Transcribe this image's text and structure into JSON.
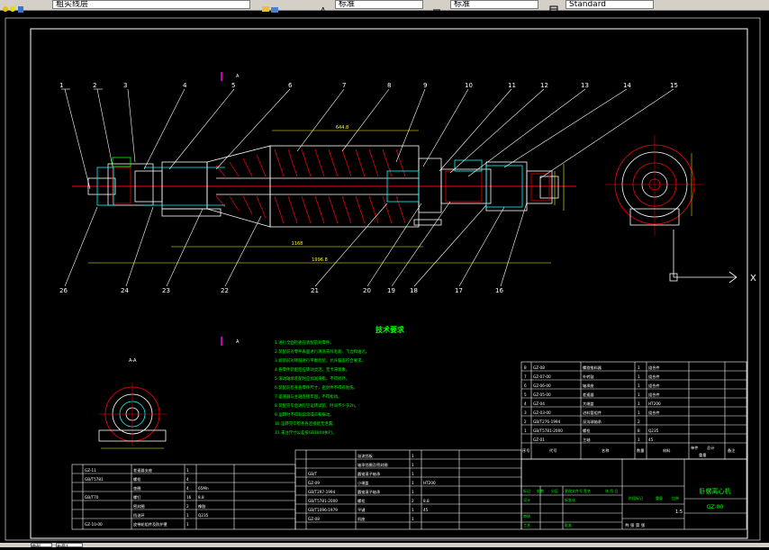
{
  "toolbar": {
    "layer_dropdown_value": "粗实线层",
    "text_style_value": "标准",
    "dim_style_value": "标准",
    "table_style_value": "Standard"
  },
  "drawing": {
    "balloons_top": [
      "1",
      "2",
      "3",
      "4",
      "5",
      "6",
      "7",
      "8",
      "9",
      "10",
      "11",
      "12",
      "13",
      "14",
      "15"
    ],
    "balloons_bottom": [
      "26",
      "24",
      "23",
      "22",
      "21",
      "20",
      "19",
      "18",
      "17",
      "16"
    ],
    "section_mark_top": "A",
    "section_mark_mid": "A",
    "section_label": "A-A",
    "dimensions": {
      "overall_length": "1996.8",
      "drum_length": "1168",
      "cone_length": "644.8"
    },
    "tech_req_title": "技术要求",
    "tech_req_items": [
      "1.进行全面检查在装配前对零件。",
      "2.装配前对零件表面进行清洗去除毛刺、飞边和油污。",
      "3.组装前对转鼓进行平衡检验，允许偏差符合要求。",
      "4.各零件装配后应转动灵活，无卡滞现象。",
      "5.滚动轴承装配时应加润滑脂，不得损坏。",
      "6.装配前检查各零件尺寸，密封件不得有划伤。",
      "7.差速器与主轴连接牢固，不得松动。",
      "8.装配完毕后进行空运转试验，时间不少于2h。",
      "9.运转时不得有异常噪声和振动。",
      "10.运转完毕检查各连接处无泄漏。",
      "11.未注尺寸公差按GB1804执行。"
    ],
    "ucs_x_label": "X"
  },
  "parts_table_right": {
    "rows": [
      {
        "no": "8",
        "code": "GZ-08",
        "name": "螺旋推料器",
        "qty": "1",
        "mat": "组合件"
      },
      {
        "no": "7",
        "code": "GZ-07-00",
        "name": "外转鼓",
        "qty": "1",
        "mat": "组合件"
      },
      {
        "no": "6",
        "code": "GZ-06-00",
        "name": "轴承座",
        "qty": "1",
        "mat": "组合件"
      },
      {
        "no": "5",
        "code": "GZ-05-00",
        "name": "差速器",
        "qty": "1",
        "mat": "组合件"
      },
      {
        "no": "4",
        "code": "GZ-04",
        "name": "大端盖",
        "qty": "1",
        "mat": "HT200"
      },
      {
        "no": "3",
        "code": "GZ-03-00",
        "name": "进料管组件",
        "qty": "1",
        "mat": "组合件"
      },
      {
        "no": "2",
        "code": "GB/T276-1994",
        "name": "深沟球轴承",
        "qty": "2",
        "mat": ""
      },
      {
        "no": "1",
        "code": "GB/T5781-2000",
        "name": "螺栓",
        "qty": "8",
        "mat": "Q235"
      },
      {
        "no": "",
        "code": "GZ-01",
        "name": "主轴",
        "qty": "1",
        "mat": "45"
      }
    ],
    "header": {
      "no": "序号",
      "code": "代号",
      "name": "名称",
      "qty": "数量",
      "mat": "材料",
      "unit": "单件",
      "total": "总计",
      "weight": "重量",
      "remark": "备注"
    }
  },
  "parts_table_bottom_left": {
    "rows": [
      {
        "code": "GZ-11",
        "name": "差速器支座",
        "qty": "1",
        "mat": ""
      },
      {
        "code": "GB/T5781",
        "name": "螺栓",
        "qty": "4",
        "mat": ""
      },
      {
        "code": "",
        "name": "垫圈",
        "qty": "4",
        "mat": "65Mn"
      },
      {
        "code": "GB/T70",
        "name": "螺钉",
        "qty": "16",
        "mat": "8.8"
      },
      {
        "code": "",
        "name": "密封圈",
        "qty": "2",
        "mat": "橡胶"
      },
      {
        "code": "",
        "name": "挡油环",
        "qty": "1",
        "mat": "Q235"
      },
      {
        "code": "GZ-10-00",
        "name": "皮带轮组件及防护罩",
        "qty": "1",
        "mat": ""
      }
    ]
  },
  "parts_table_bottom_mid": {
    "rows": [
      {
        "code": "",
        "name": "溢流挡板",
        "qty": "1",
        "mat": ""
      },
      {
        "code": "",
        "name": "轴承挡圈及密封圈",
        "qty": "1",
        "mat": ""
      },
      {
        "code": "GB/T",
        "name": "圆锥滚子轴承",
        "qty": "1",
        "mat": ""
      },
      {
        "code": "GZ-09",
        "name": "小端盖",
        "qty": "1",
        "mat": "HT200"
      },
      {
        "code": "GB/T297-1994",
        "name": "圆锥滚子轴承",
        "qty": "1",
        "mat": ""
      },
      {
        "code": "GB/T5781-2000",
        "name": "螺栓",
        "qty": "2",
        "mat": "8.8"
      },
      {
        "code": "GB/T1096-1979",
        "name": "平键",
        "qty": "1",
        "mat": "45"
      },
      {
        "code": "GZ-08",
        "name": "机座",
        "qty": "1",
        "mat": ""
      }
    ]
  },
  "title_block": {
    "title": "卧螺离心机",
    "drawing_no": "GZ-00",
    "labels": [
      "标记",
      "处数",
      "分区",
      "更改文件号",
      "签名",
      "年.月.日",
      "设计",
      "标准化",
      "审核",
      "工艺",
      "批准",
      "阶段标记",
      "重量",
      "比例"
    ],
    "scale": "1:5",
    "sheet": "共 张 第 张"
  },
  "statusbar": {
    "tabs": [
      "模型",
      "布局1"
    ]
  },
  "colors": {
    "frame": "#ffffff",
    "geometry": "#ffffff",
    "centerline": "#ff0000",
    "hatch": "#ff0000",
    "cyan": "#00ffff",
    "green_text": "#00ff00",
    "yellow": "#ffff00",
    "magenta": "#ff00ff",
    "blue": "#0000ff"
  }
}
